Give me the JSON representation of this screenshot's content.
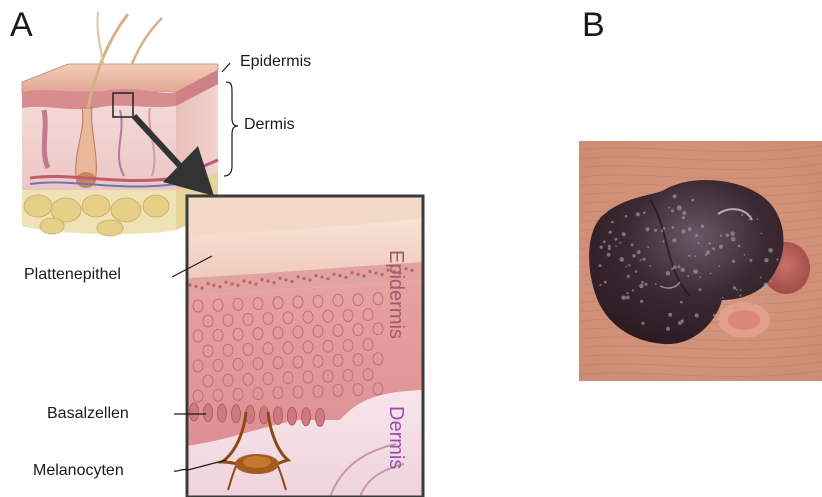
{
  "panels": {
    "a": {
      "letter": "A"
    },
    "b": {
      "letter": "B"
    }
  },
  "labels": {
    "epidermis": "Epidermis",
    "dermis": "Dermis",
    "plattenepithel": "Plattenepithel",
    "basalzellen": "Basalzellen",
    "melanocyten": "Melanocyten",
    "inset_epidermis": "Epidermis",
    "inset_dermis": "Dermis"
  },
  "colors": {
    "skin_top": "#e9b9a4",
    "epidermis_pink": "#d98a8f",
    "dermis_light": "#f1d6d6",
    "fat": "#e8d28a",
    "inset_frame": "#3b3b3b",
    "inset_label_epidermis": "#a05a6a",
    "inset_label_dermis": "#9b4fb0",
    "melanin": "#8a4a16",
    "lesion_dark": "#3a2730",
    "lesion_bg": "#d89a7e"
  }
}
